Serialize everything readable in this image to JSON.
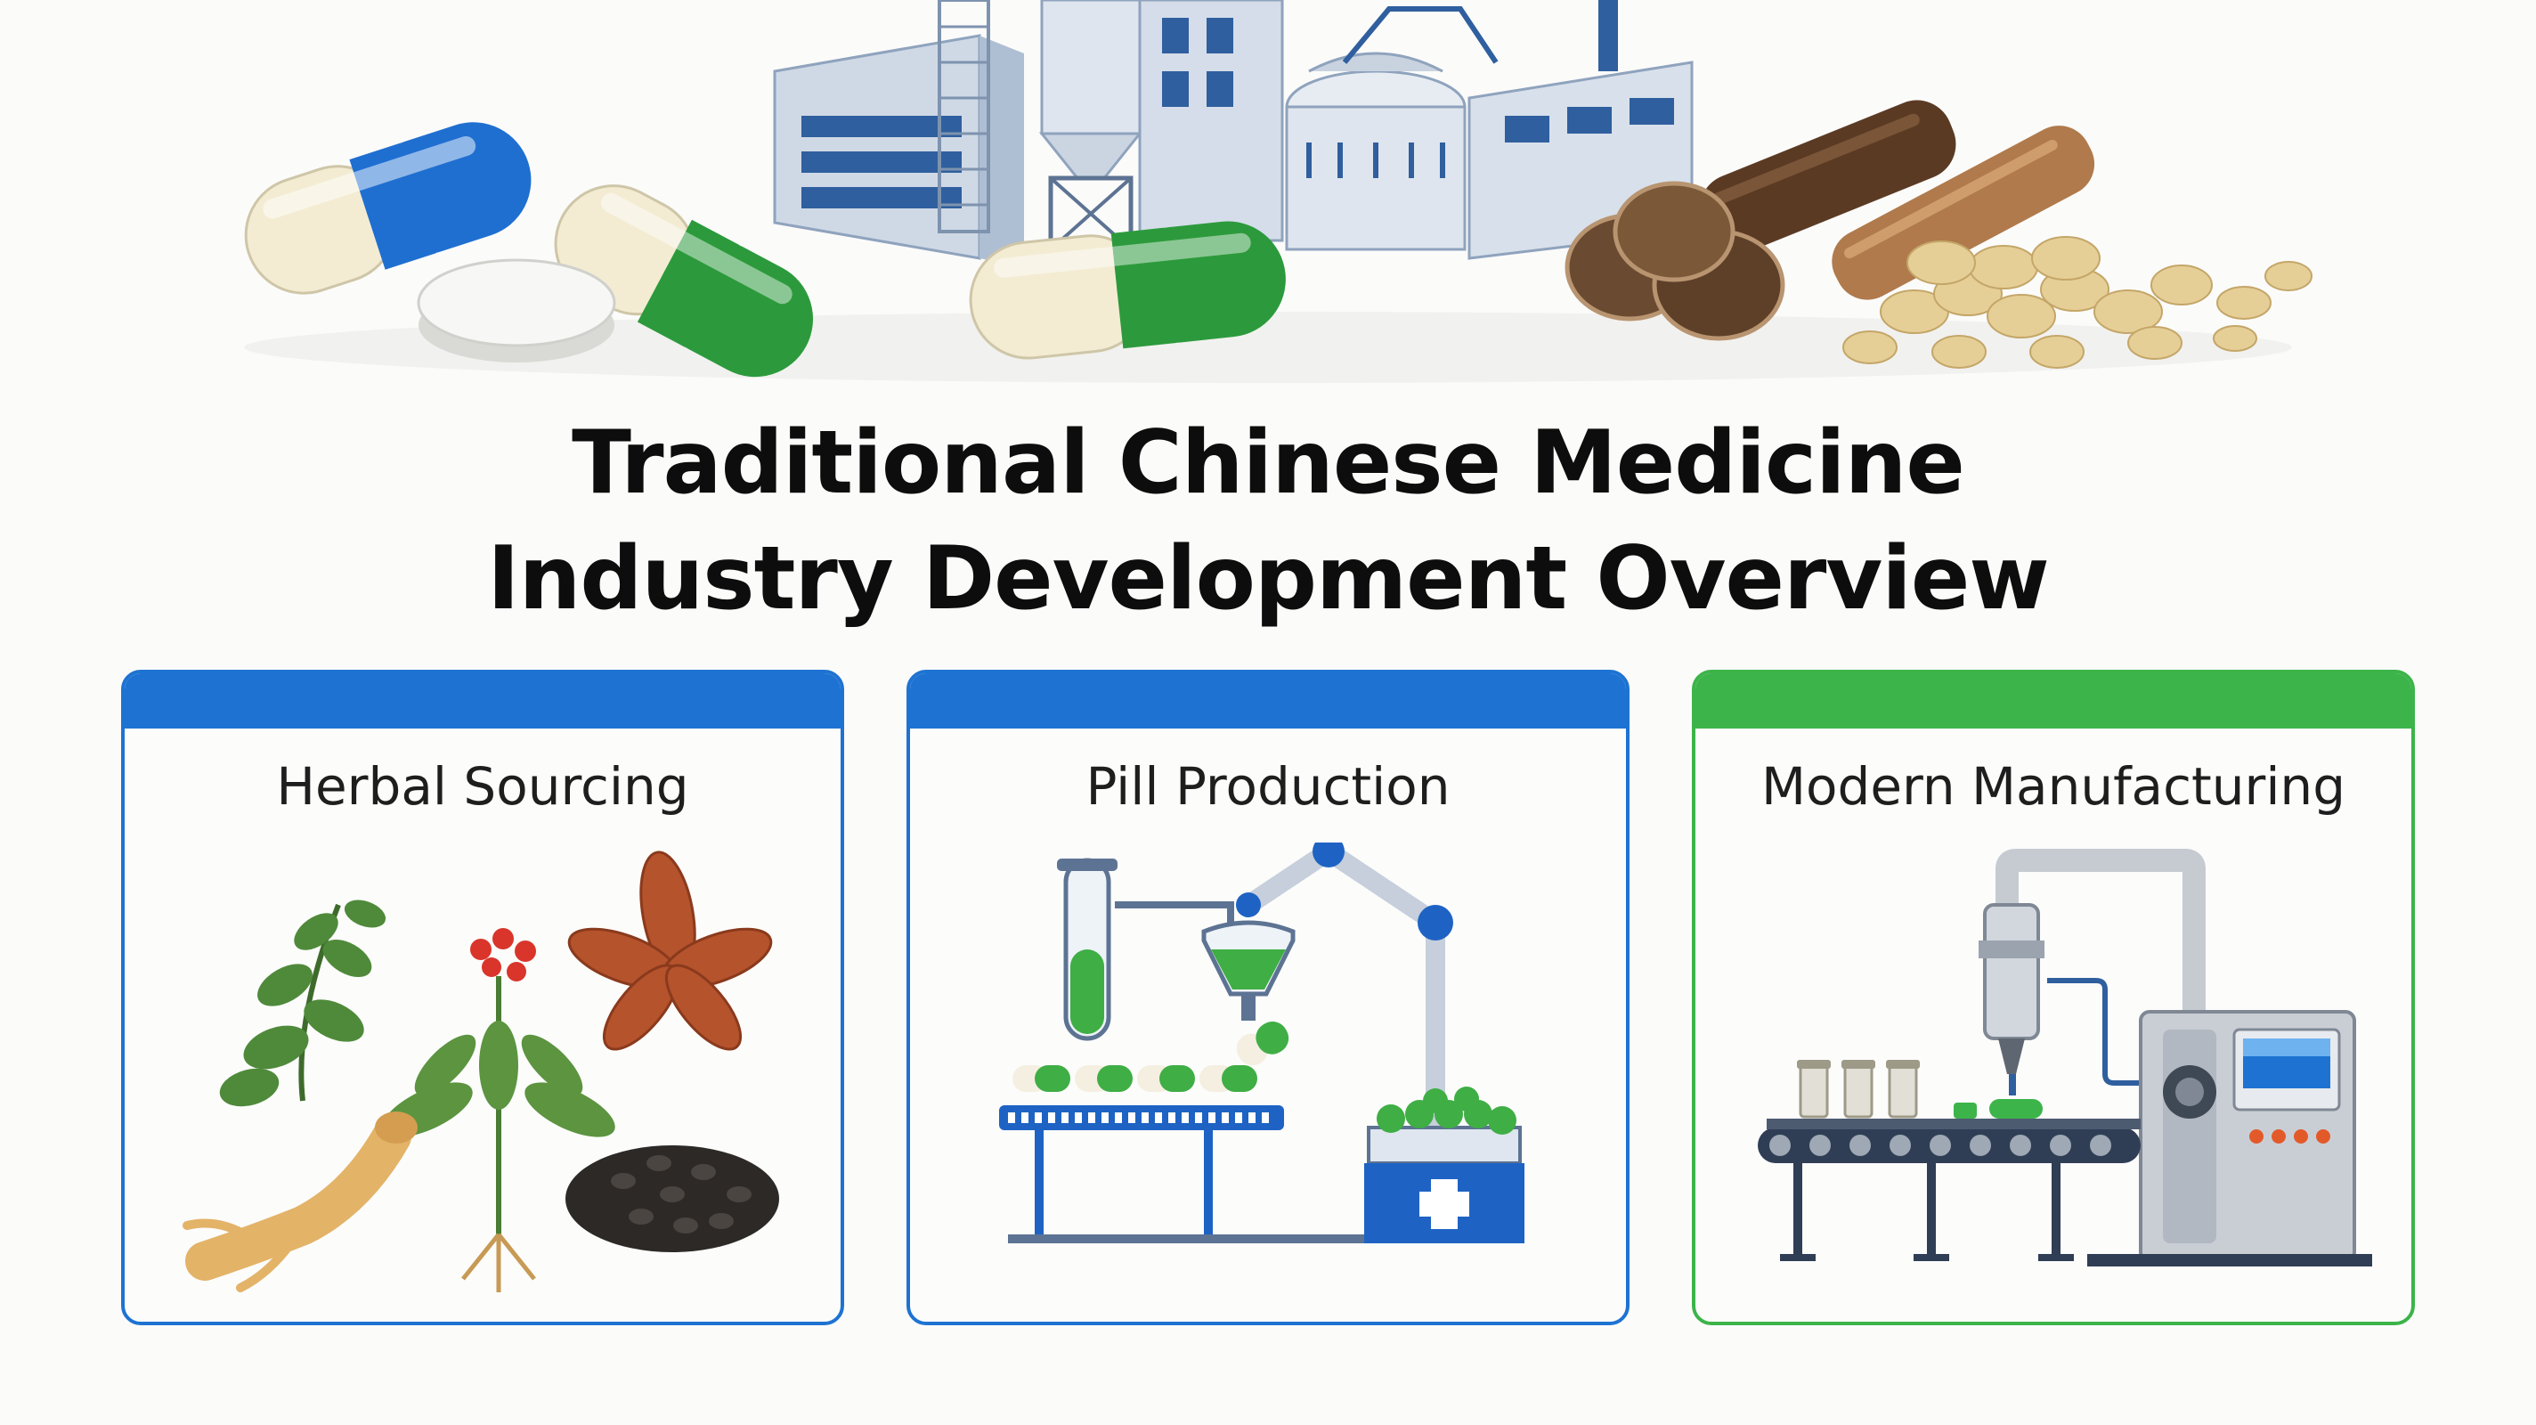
{
  "title": {
    "line1": "Traditional Chinese Medicine",
    "line2": "Industry Development Overview"
  },
  "cards": [
    {
      "label": "Herbal Sourcing",
      "accent": "#1e73d2",
      "icon": "herbs-illustration"
    },
    {
      "label": "Pill Production",
      "accent": "#1e73d2",
      "icon": "pill-production-illustration"
    },
    {
      "label": "Modern Manufacturing",
      "accent": "#3cb44a",
      "icon": "manufacturing-machine-illustration"
    }
  ],
  "hero": {
    "icons": [
      "capsule-icon",
      "tablet-icon",
      "factory-icon",
      "herbal-roots-icon"
    ]
  }
}
